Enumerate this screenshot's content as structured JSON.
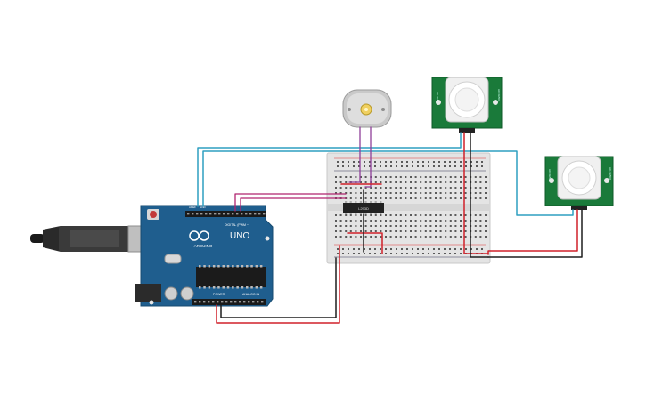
{
  "arduino": {
    "brand": "ARDUINO",
    "model": "UNO",
    "digital_label": "DIGITAL (PWM ~)",
    "power_label": "POWER",
    "analog_label": "ANALOG IN",
    "aref_label": "AREF",
    "gnd_label": "GND"
  },
  "driver_ic": {
    "label": "L293D"
  },
  "pir_left": {
    "label_left": "HC-SR501",
    "label_right": "HC-SR501"
  },
  "pir_right": {
    "label_left": "HC-SR501",
    "label_right": "HC-SR501"
  },
  "colors": {
    "wire_cyan": "#2e9fc0",
    "wire_purple": "#8e3f99",
    "wire_magenta": "#b0246f",
    "wire_red": "#d0202a",
    "wire_black": "#1e1e1e",
    "pcb_blue": "#1f5e8e",
    "pir_green": "#1a7a3a",
    "breadboard": "#e6e6e6"
  }
}
